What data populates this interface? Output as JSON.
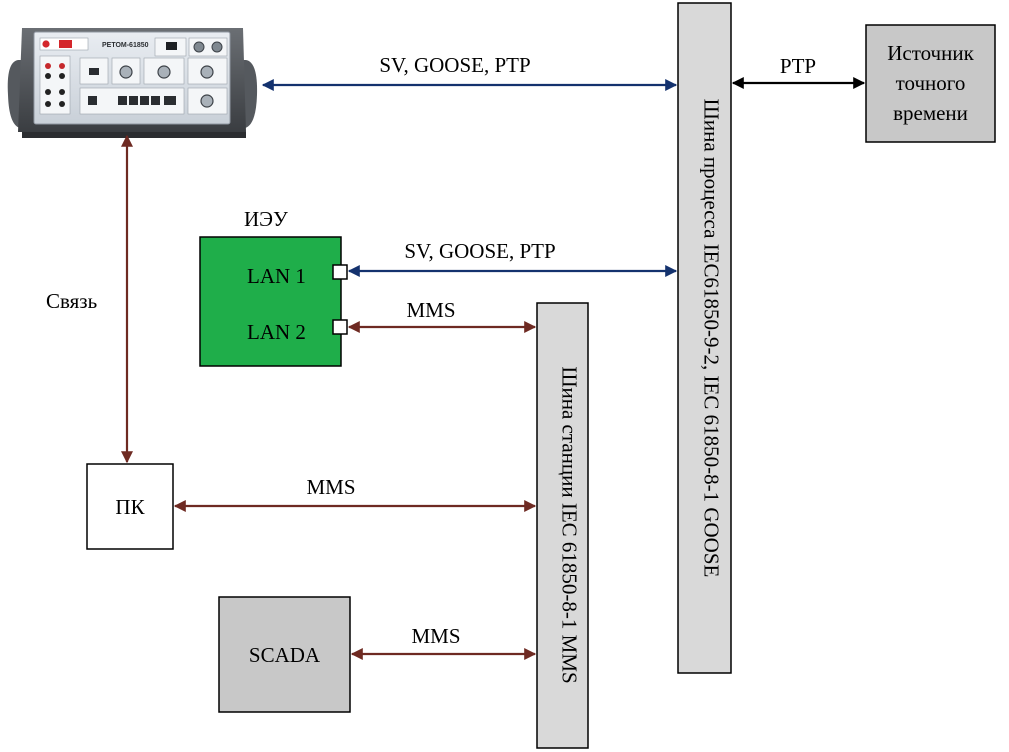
{
  "device": {
    "brand": "",
    "model": "РЕТОМ-61850"
  },
  "labels": {
    "link_device_process": "SV, GOOSE, PTP",
    "link_time": "PTP",
    "ied_title": "ИЭУ",
    "ied_port1": "LAN 1",
    "ied_port2": "LAN 2",
    "link_ied_process": "SV, GOOSE, PTP",
    "link_ied_station": "MMS",
    "link_device_pc": "Связь",
    "pc": "ПК",
    "link_pc_station": "MMS",
    "scada": "SCADA",
    "link_scada_station": "MMS",
    "process_bus": "Шина процесса IEC61850-9-2, IEC 61850-8-1 GOOSE",
    "station_bus": "Шина станции IEC 61850-8-1 MMS",
    "time_source_line1": "Источник",
    "time_source_line2": "точного",
    "time_source_line3": "времени"
  },
  "colors": {
    "process_link": "#14326e",
    "mms_link": "#6e2a22",
    "time_link": "#000000",
    "ied_fill": "#1fae4a",
    "gray_box": "#c8c8c8",
    "bus_fill": "#d9d9d9"
  }
}
